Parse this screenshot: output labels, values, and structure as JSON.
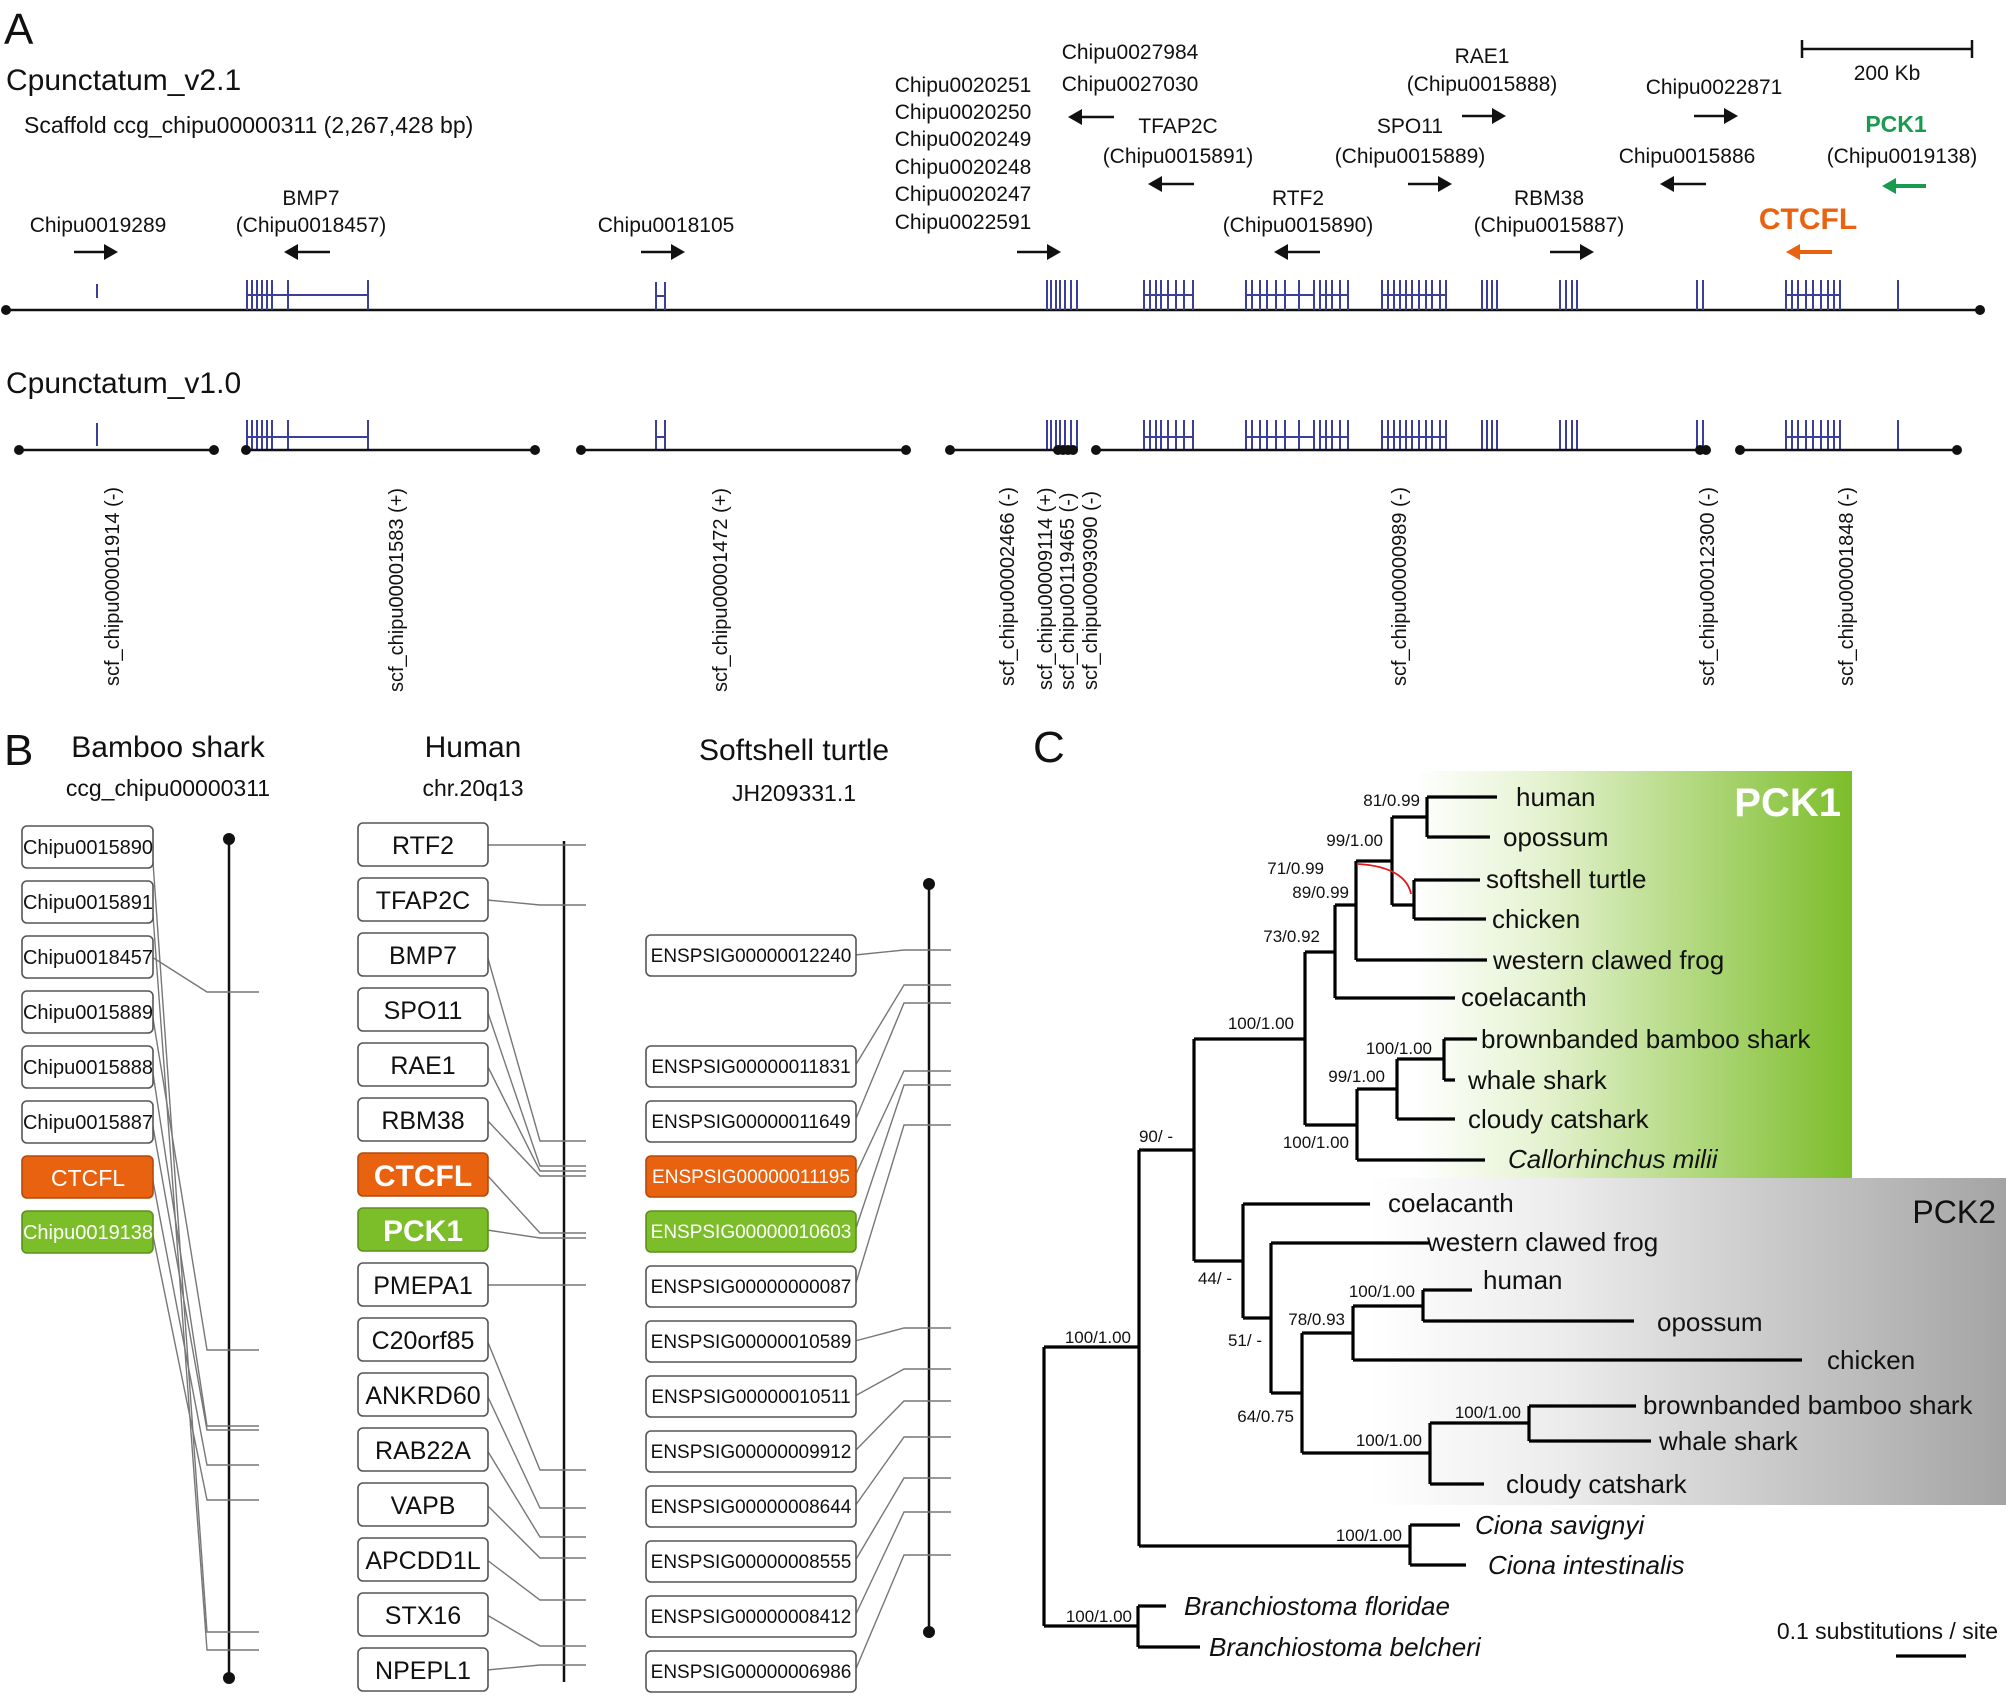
{
  "panel_a": {
    "letter": "A",
    "v21": {
      "title": "Cpunctatum_v2.1",
      "scaffold": "Scaffold ccg_chipu00000311 (2,267,428 bp)"
    },
    "scale_bar_label": "200 Kb",
    "genes": {
      "g1": "Chipu0019289",
      "g2a": "BMP7",
      "g2b": "(Chipu0018457)",
      "g3": "Chipu0018105",
      "g4": [
        "Chipu0020251",
        "Chipu0020250",
        "Chipu0020249",
        "Chipu0020248",
        "Chipu0020247",
        "Chipu0022591"
      ],
      "g5": [
        "Chipu0027984",
        "Chipu0027030"
      ],
      "g6a": "TFAP2C",
      "g6b": "(Chipu0015891)",
      "g7a": "RTF2",
      "g7b": "(Chipu0015890)",
      "g8a": "SPO11",
      "g8b": "(Chipu0015889)",
      "g9a": "RAE1",
      "g9b": "(Chipu0015888)",
      "g10a": "RBM38",
      "g10b": "(Chipu0015887)",
      "g11": "Chipu0022871",
      "g12": "Chipu0015886",
      "g13a": "PCK1",
      "g13b": "(Chipu0019138)",
      "g14": "CTCFL"
    },
    "v10": {
      "title": "Cpunctatum_v1.0",
      "scaffolds": [
        "scf_chipu00001914 (-)",
        "scf_chipu00001583 (+)",
        "scf_chipu00001472 (+)",
        "scf_chipu00002466 (-)",
        "scf_chipu00009114 (+)",
        "scf_chipu00119465 (-)",
        "scf_chipu00093090 (-)",
        "scf_chipu00000989 (-)",
        "scf_chipu00012300 (-)",
        "scf_chipu00001848 (-)"
      ]
    }
  },
  "panel_b": {
    "letter": "B",
    "shark": {
      "title": "Bamboo shark",
      "subtitle": "ccg_chipu00000311",
      "genes": [
        "Chipu0015890",
        "Chipu0015891",
        "Chipu0018457",
        "Chipu0015889",
        "Chipu0015888",
        "Chipu0015887",
        "CTCFL",
        "Chipu0019138"
      ]
    },
    "human": {
      "title": "Human",
      "subtitle": "chr.20q13",
      "genes": [
        "RTF2",
        "TFAP2C",
        "BMP7",
        "SPO11",
        "RAE1",
        "RBM38",
        "CTCFL",
        "PCK1",
        "PMEPA1",
        "C20orf85",
        "ANKRD60",
        "RAB22A",
        "VAPB",
        "APCDD1L",
        "STX16",
        "NPEPL1"
      ]
    },
    "turtle": {
      "title": "Softshell turtle",
      "subtitle": "JH209331.1",
      "genes": [
        "ENSPSIG00000012240",
        "ENSPSIG00000011831",
        "ENSPSIG00000011649",
        "ENSPSIG00000011195",
        "ENSPSIG00000010603",
        "ENSPSIG00000000087",
        "ENSPSIG00000010589",
        "ENSPSIG00000010511",
        "ENSPSIG00000009912",
        "ENSPSIG00000008644",
        "ENSPSIG00000008555",
        "ENSPSIG00000008412",
        "ENSPSIG00000006986"
      ]
    }
  },
  "panel_c": {
    "letter": "C",
    "pck1_label": "PCK1",
    "pck2_label": "PCK2",
    "scale_label": "0.1 substitutions / site",
    "tips": {
      "p1_human": "human",
      "p1_opossum": "opossum",
      "p1_turtle": "softshell turtle",
      "p1_chicken": "chicken",
      "p1_frog": "western clawed frog",
      "p1_coel": "coelacanth",
      "p1_bamboo": "brownbanded bamboo shark",
      "p1_whale": "whale shark",
      "p1_cloudy": "cloudy catshark",
      "p1_callo": "Callorhinchus milii",
      "p2_coel": "coelacanth",
      "p2_frog": "western clawed frog",
      "p2_human": "human",
      "p2_opossum": "opossum",
      "p2_chicken": "chicken",
      "p2_bamboo": "brownbanded bamboo shark",
      "p2_whale": "whale shark",
      "p2_cloudy": "cloudy catshark",
      "ciona_sav": "Ciona savignyi",
      "ciona_int": "Ciona intestinalis",
      "bf": "Branchiostoma floridae",
      "bb": "Branchiostoma belcheri"
    },
    "support": {
      "s1": "81/0.99",
      "s2": "99/1.00",
      "s3": "71/0.99",
      "s4": "89/0.99",
      "s5": "73/0.92",
      "s6": "100/1.00",
      "s7": "100/1.00",
      "s8": "99/1.00",
      "s9": "100/1.00",
      "s10": "90/ -",
      "s11": "44/ -",
      "s12": "100/1.00",
      "s13": "78/0.93",
      "s14": "51/ -",
      "s15": "100/1.00",
      "s16": "64/0.75",
      "s17": "100/1.00",
      "s18": "100/1.00",
      "s19": "100/1.00",
      "s20": "100/1.00"
    },
    "colors": {
      "pck1": "#7cbd2a",
      "pck2": "#a8a8a8",
      "ctcfl": "#e8620f",
      "pck1_text": "#1a9a50",
      "gene_model": "#3a3f9e"
    }
  }
}
